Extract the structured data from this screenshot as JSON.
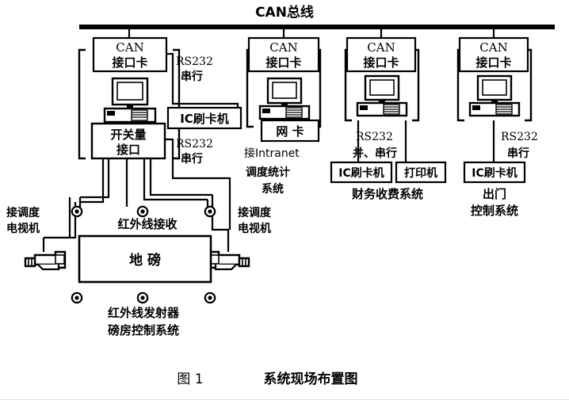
{
  "figure": {
    "bus_title": "CAN总线",
    "caption_number": "图 1",
    "caption_text": "系统现场布置图",
    "background_color": "#ffffff",
    "line_color": "#000000"
  },
  "nodes": {
    "can_card": "CAN接口卡",
    "can_card_line1": "CAN",
    "can_card_line2": "接口卡",
    "switch_io_line1": "开关量",
    "switch_io_line2": "接口",
    "ic_reader": "IC刷卡机",
    "printer": "打印机",
    "net_card": "网 卡",
    "weighbridge": "地    磅",
    "ir_receive": "红外线接收",
    "ir_emitter": "红外线发射器"
  },
  "links": {
    "rs232": "RS232",
    "serial": "串行",
    "parallel_serial": "并、串行",
    "rs232_serial_1": "RS232",
    "rs232_serial_2": "串行"
  },
  "stations": [
    {
      "id": "weighroom",
      "card_line1": "CAN",
      "card_line2": "接口卡",
      "sub_module_line1": "开关量",
      "sub_module_line2": "接口",
      "peripheral": "IC刷卡机",
      "link_line1": "RS232",
      "link_line2": "串行",
      "system_line1": "磅房控制系统",
      "system_line2": ""
    },
    {
      "id": "dispatch",
      "card_line1": "CAN",
      "card_line2": "接口卡",
      "sub_module_line1": "网 卡",
      "sub_module_line2": "",
      "peripheral": "",
      "link_line1": "接Intranet",
      "link_line2": "",
      "system_line1": "调度统计",
      "system_line2": "系统"
    },
    {
      "id": "finance",
      "card_line1": "CAN",
      "card_line2": "接口卡",
      "sub_module_line1": "",
      "sub_module_line2": "",
      "peripheral": "IC刷卡机",
      "peripheral2": "打印机",
      "link_line1": "RS232",
      "link_line2": "并、串行",
      "system_line1": "财务收费系统",
      "system_line2": ""
    },
    {
      "id": "exitgate",
      "card_line1": "CAN",
      "card_line2": "接口卡",
      "sub_module_line1": "",
      "sub_module_line2": "",
      "peripheral": "IC刷卡机",
      "link_line1": "RS232",
      "link_line2": "串行",
      "system_line1": "出门",
      "system_line2": "控制系统"
    }
  ],
  "side_labels": {
    "left_tv_line1": "接调度",
    "left_tv_line2": "电视机",
    "right_tv_line1": "接调度",
    "right_tv_line2": "电视机"
  },
  "bottom_labels": {
    "ir_emitter": "红外线发射器",
    "weigh_room_system": "磅房控制系统"
  },
  "icons": {
    "desktop_pc": "desktop-computer-icon",
    "camera": "video-camera-icon",
    "sensor": "sensor-node-icon"
  }
}
